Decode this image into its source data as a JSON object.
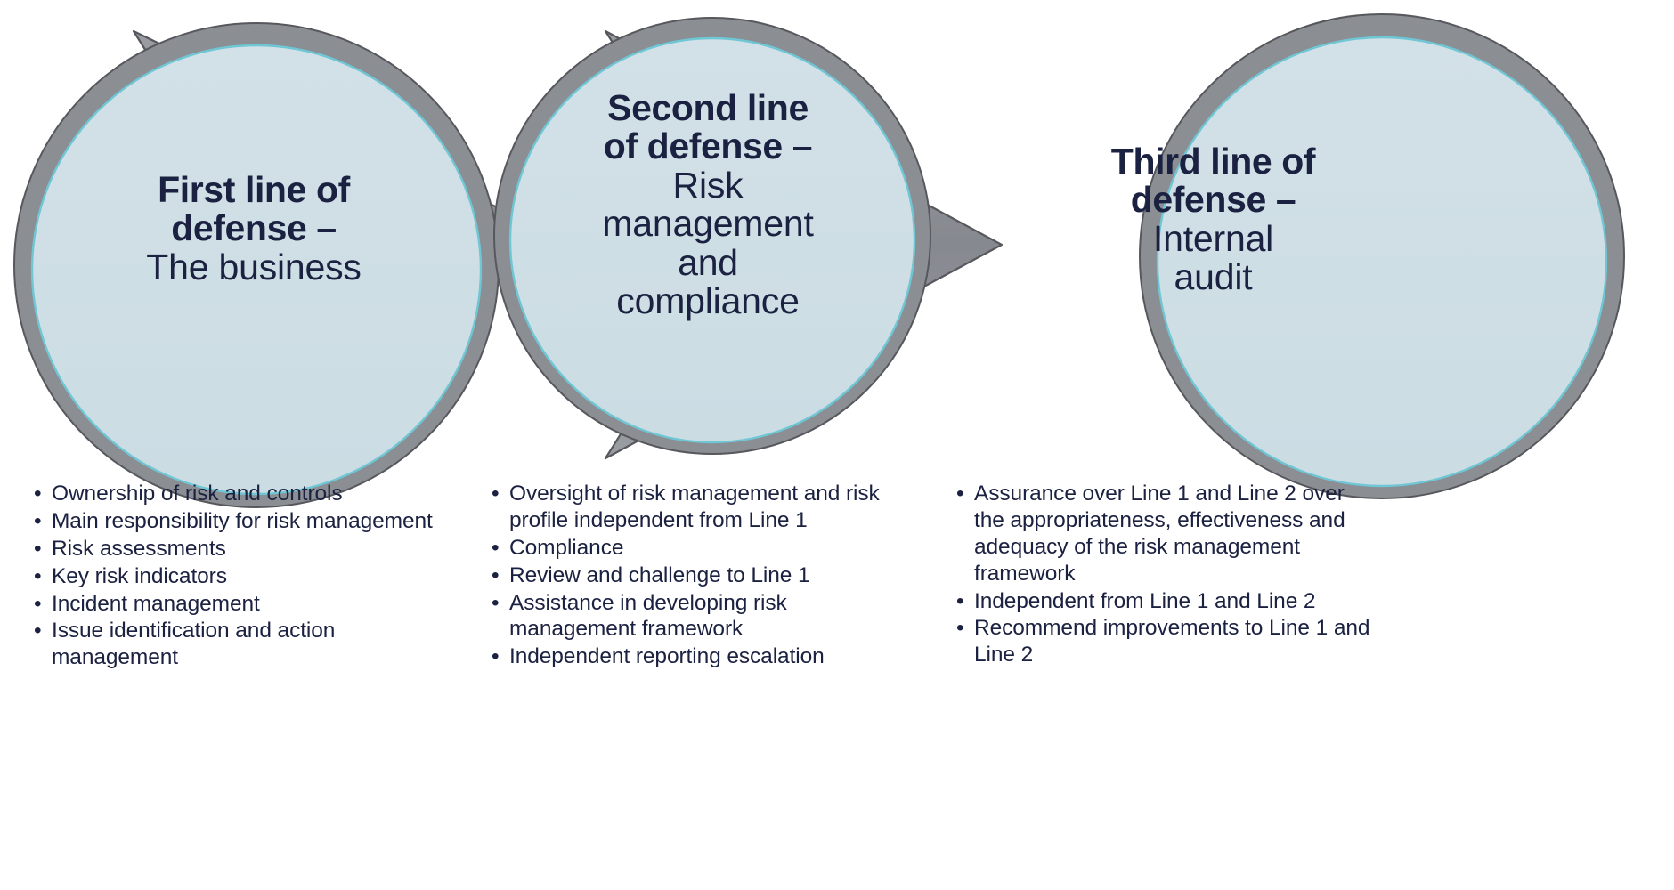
{
  "diagram": {
    "title": "Three lines of defense",
    "type": "process-flow-circles-with-arrows",
    "colors": {
      "circle_fill": "#cfdfe5",
      "circle_outer_ring": "#8b8e93",
      "circle_inner_stroke": "#6fc6d4",
      "arrow_fill": "#8b8e93",
      "arrow_stroke": "#5a5c61",
      "text": "#1b2140",
      "background": "#ffffff"
    },
    "stages": [
      {
        "id": "first-line",
        "caption_bold": [
          "First line of",
          "defense –"
        ],
        "caption_regular": [
          "The business"
        ],
        "bullets": [
          "Ownership of risk and controls",
          "Main responsibility for risk management",
          "Risk assessments",
          "Key risk indicators",
          "Incident management",
          "Issue identification and action management"
        ]
      },
      {
        "id": "second-line",
        "caption_bold": [
          "Second line",
          "of defense –"
        ],
        "caption_regular": [
          "Risk",
          "management",
          "and",
          "compliance"
        ],
        "bullets": [
          "Oversight of risk management and risk profile independent from Line 1",
          "Compliance",
          "Review and challenge to Line 1",
          "Assistance in developing risk management framework",
          "Independent reporting escalation"
        ]
      },
      {
        "id": "third-line",
        "caption_bold": [
          "Third line of",
          "defense –"
        ],
        "caption_regular": [
          "Internal",
          "audit"
        ],
        "bullets": [
          "Assurance over Line 1 and Line 2 over the appropriateness, effectiveness and adequacy of the risk management framework",
          "Independent from Line 1 and Line 2",
          "Recommend improvements to Line 1 and Line 2"
        ]
      }
    ],
    "bullet_glyph": "•"
  }
}
